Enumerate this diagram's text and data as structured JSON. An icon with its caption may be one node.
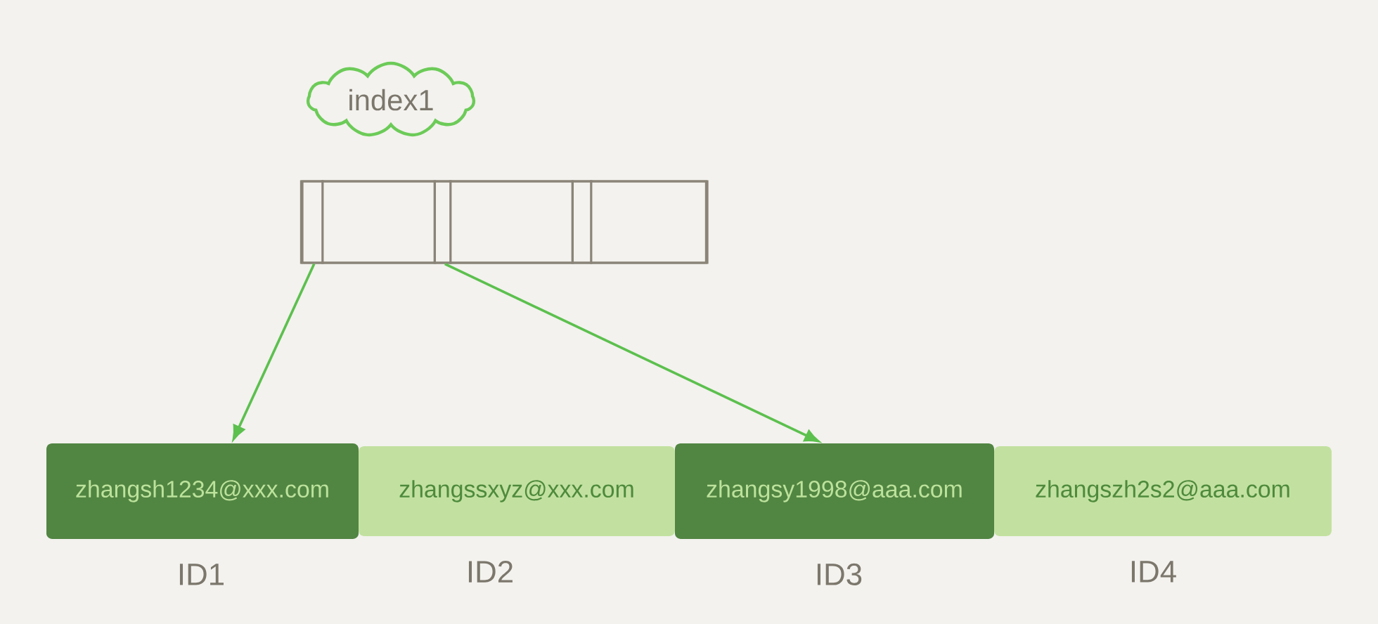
{
  "diagram": {
    "nodes": [
      {
        "text": [
          "index1"
        ]
      },
      {
        "text": [],
        "shape": "box"
      },
      {
        "text": [],
        "shape": "box",
        "in": 1
      },
      {
        "text": [],
        "shape": "box",
        "in": 1
      },
      {
        "text": [],
        "shape": "box",
        "in": 1
      },
      {
        "text": [
          "zhangsh1234@xxx.com"
        ],
        "beside": [
          "ID1"
        ]
      },
      {
        "text": [
          "zhangssxyz@xxx.com"
        ],
        "beside": [
          "ID2"
        ]
      },
      {
        "text": [
          "zhangsy1998@aaa.com"
        ],
        "beside": [
          "ID3"
        ]
      },
      {
        "text": [
          "zhangszh2s2@aaa.com"
        ],
        "beside": [
          "ID4"
        ]
      }
    ],
    "edges": [
      {
        "from": 2,
        "to": 5,
        "arrow": "to"
      },
      {
        "from": 3,
        "to": 7,
        "arrow": "to"
      }
    ]
  }
}
